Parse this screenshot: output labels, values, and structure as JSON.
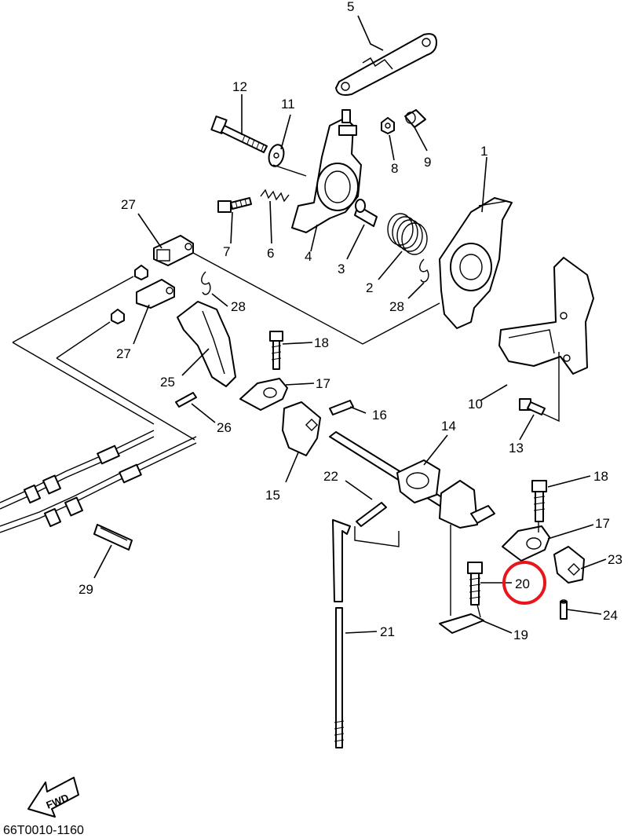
{
  "callouts": {
    "c1": "1",
    "c2": "2",
    "c3": "3",
    "c4": "4",
    "c5": "5",
    "c6": "6",
    "c7": "7",
    "c8": "8",
    "c9": "9",
    "c10": "10",
    "c11": "11",
    "c12": "12",
    "c13": "13",
    "c14": "14",
    "c15": "15",
    "c16": "16",
    "c17a": "17",
    "c17b": "17",
    "c18a": "18",
    "c18b": "18",
    "c19": "19",
    "c20": "20",
    "c21": "21",
    "c22": "22",
    "c23": "23",
    "c24": "24",
    "c25": "25",
    "c26": "26",
    "c27a": "27",
    "c27b": "27",
    "c28a": "28",
    "c28b": "28",
    "c29": "29"
  },
  "fwd_label": "FWD",
  "diagram_code": "66T0010-1160",
  "highlight": {
    "part": "20",
    "color": "#e8151b"
  }
}
